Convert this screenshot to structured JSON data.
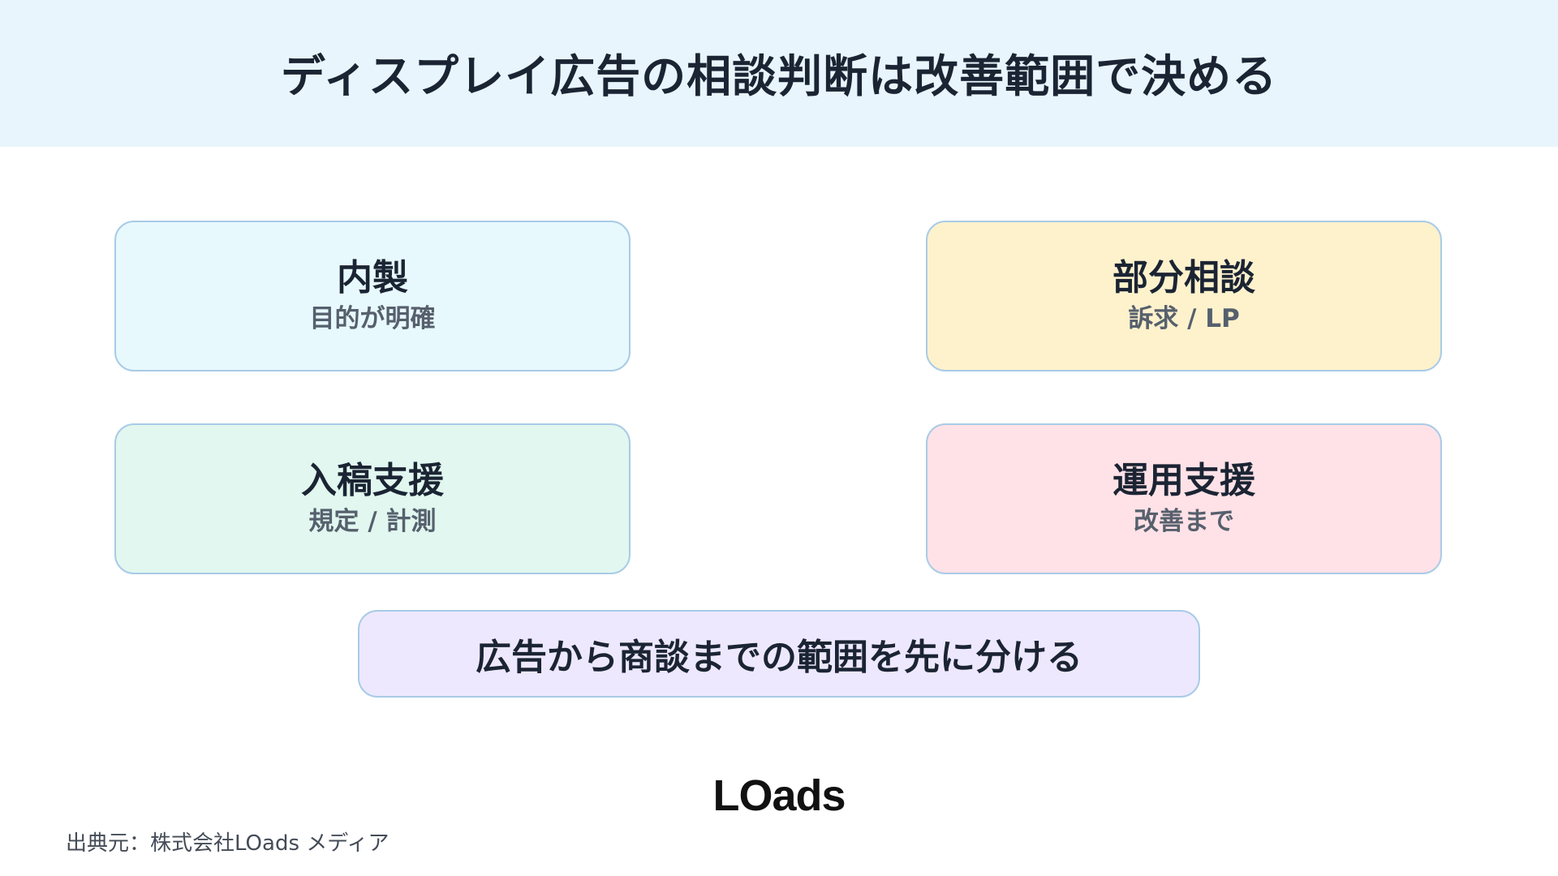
{
  "header": {
    "title": "ディスプレイ広告の相談判断は改善範囲で決める"
  },
  "cards": {
    "inhouse": {
      "title": "内製",
      "sub": "目的が明確"
    },
    "partial": {
      "title": "部分相談",
      "sub": "訴求 / LP"
    },
    "submission": {
      "title": "入稿支援",
      "sub": "規定 / 計測"
    },
    "operation": {
      "title": "運用支援",
      "sub": "改善まで"
    }
  },
  "banner": {
    "text": "広告から商談までの範囲を先に分ける"
  },
  "logo": {
    "text": "LOads"
  },
  "footer": {
    "source": "出典元：株式会社LOads メディア"
  },
  "colors": {
    "header_bg": "#e8f5fd",
    "inhouse_bg": "#e7f9fd",
    "partial_bg": "#fef2cd",
    "submission_bg": "#e1f7ef",
    "operation_bg": "#ffe2e7",
    "banner_bg": "#ede8fe",
    "border": "#a9cbe6",
    "text_primary": "#1b2433",
    "text_secondary": "#56606d"
  }
}
